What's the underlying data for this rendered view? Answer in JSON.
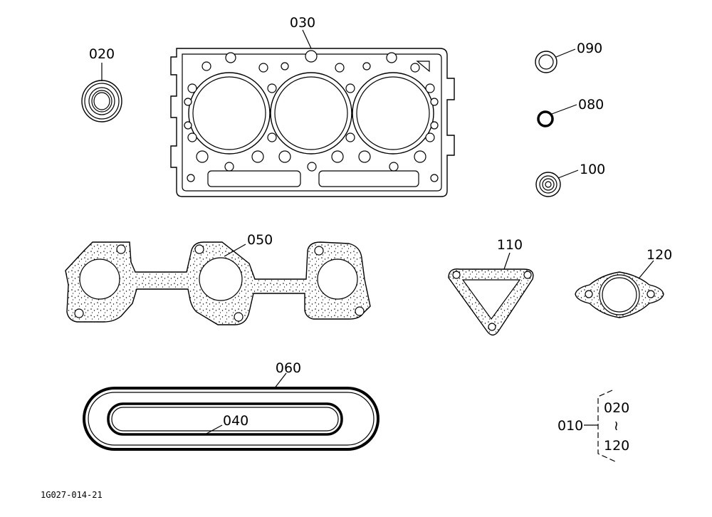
{
  "diagram_code": "1G027-014-21",
  "parts": {
    "p020": "020",
    "p030": "030",
    "p090": "090",
    "p080": "080",
    "p100": "100",
    "p050": "050",
    "p110": "110",
    "p120": "120",
    "p060": "060",
    "p040": "040"
  },
  "kit": {
    "number": "010",
    "range_start": "020",
    "range_separator": "≀",
    "range_end": "120"
  }
}
